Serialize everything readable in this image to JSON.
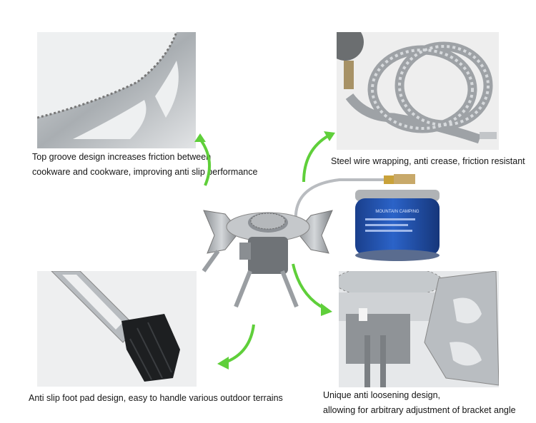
{
  "captions": {
    "top_left_line1": "Top groove design increases friction between",
    "top_left_line2": "cookware and cookware, improving anti slip performance",
    "top_right": "Steel wire wrapping, anti crease, friction resistant",
    "bottom_left": "Anti slip foot pad design, easy to handle various outdoor terrains",
    "bottom_right_line1": "Unique anti loosening design,",
    "bottom_right_line2": "allowing for arbitrary adjustment of bracket angle"
  },
  "gas_can_label": "MOUNTAIN CAMPING",
  "colors": {
    "arrow_green": "#5fcf3a",
    "can_blue": "#1e4fa8",
    "steel": "#b8bcc0",
    "background": "#ffffff"
  }
}
